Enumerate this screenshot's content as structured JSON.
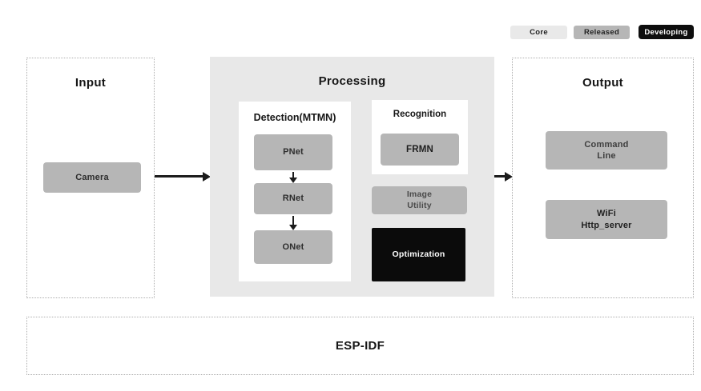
{
  "legend": {
    "items": [
      {
        "label": "Core",
        "status": "core",
        "color": "#e9e9e9"
      },
      {
        "label": "Released",
        "status": "released",
        "color": "#b6b6b6"
      },
      {
        "label": "Developing",
        "status": "developing",
        "color": "#0d0d0d"
      }
    ]
  },
  "input": {
    "title": "Input",
    "nodes": [
      {
        "label": "Camera",
        "status": "released"
      }
    ]
  },
  "processing": {
    "title": "Processing",
    "detection": {
      "title": "Detection(MTMN)",
      "nodes": [
        {
          "label": "PNet",
          "status": "released"
        },
        {
          "label": "RNet",
          "status": "released"
        },
        {
          "label": "ONet",
          "status": "released"
        }
      ]
    },
    "recognition": {
      "title": "Recognition",
      "nodes": [
        {
          "label": "FRMN",
          "status": "released"
        }
      ]
    },
    "image_utility": {
      "label": "Image\nUtility",
      "status": "released"
    },
    "optimization": {
      "label": "Optimization",
      "status": "developing"
    }
  },
  "output": {
    "title": "Output",
    "nodes": [
      {
        "label": "Command\nLine",
        "status": "released"
      },
      {
        "label": "WiFi\nHttp_server",
        "status": "released"
      }
    ]
  },
  "foundation": {
    "title": "ESP-IDF"
  },
  "colors": {
    "canvas": "#ffffff",
    "processing_bg": "#e8e8e8",
    "node_gray": "#b6b6b6",
    "node_black": "#0b0b0b",
    "panel_border": "#aeaeae",
    "arrow": "#1c1c1c"
  }
}
